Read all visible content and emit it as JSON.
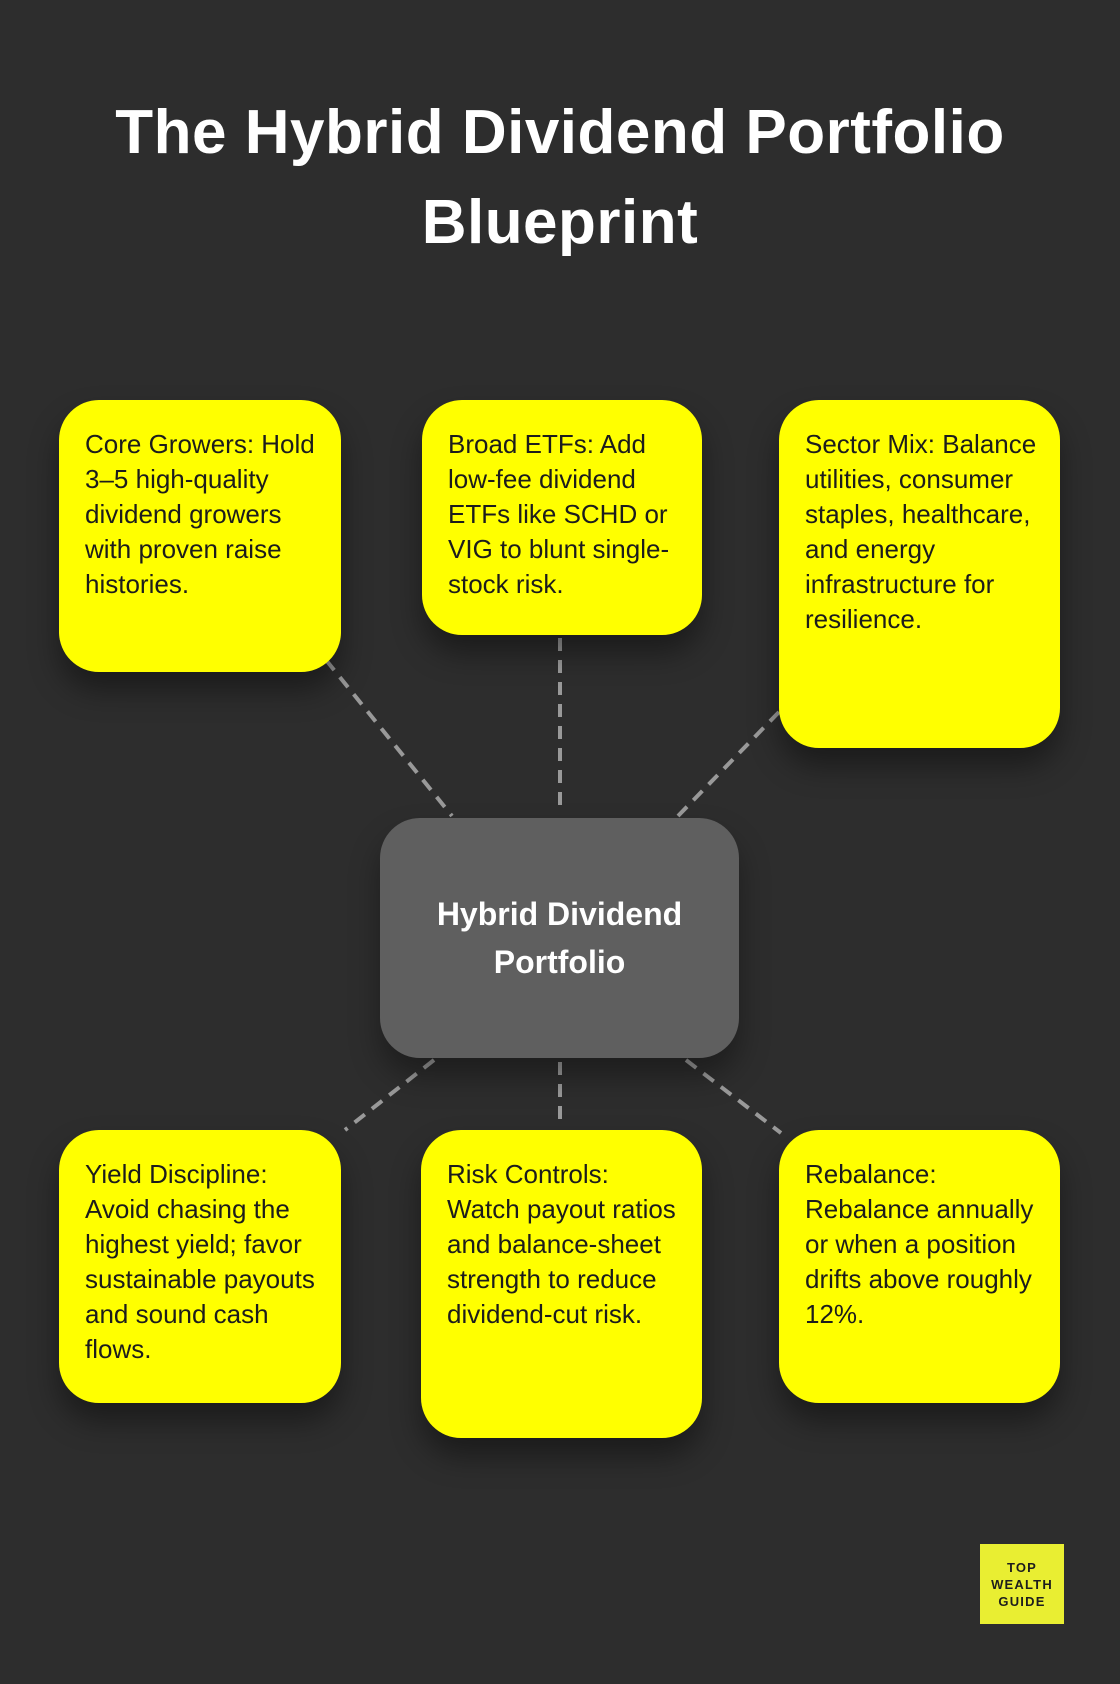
{
  "title": "The Hybrid Dividend Portfolio Blueprint",
  "center": {
    "label": "Hybrid Dividend Portfolio"
  },
  "cards": [
    {
      "id": "core-growers",
      "text": "Core Growers: Hold 3–5 high-quality dividend growers with proven raise histories."
    },
    {
      "id": "broad-etfs",
      "text": "Broad ETFs: Add low-fee dividend ETFs like SCHD or VIG to blunt single-stock risk."
    },
    {
      "id": "sector-mix",
      "text": "Sector Mix: Balance utilities, consumer staples, healthcare, and energy infrastructure for resilience."
    },
    {
      "id": "yield-discipline",
      "text": "Yield Discipline: Avoid chasing the highest yield; favor sustainable payouts and sound cash flows."
    },
    {
      "id": "risk-controls",
      "text": "Risk Controls: Watch payout ratios and balance-sheet strength to reduce dividend-cut risk."
    },
    {
      "id": "rebalance",
      "text": "Rebalance: Rebalance annually or when a position drifts above roughly 12%."
    }
  ],
  "logo": {
    "line1": "TOP",
    "line2": "WEALTH",
    "line3": "GUIDE"
  },
  "colors": {
    "background": "#2d2d2d",
    "card_yellow": "#ffff00",
    "card_text": "#1c1c1c",
    "node_gray": "#5f5f5f",
    "node_text": "#ffffff",
    "connector": "#999999",
    "title": "#ffffff",
    "logo_yellow": "#e9ee32",
    "logo_text": "#1d1d1d"
  }
}
